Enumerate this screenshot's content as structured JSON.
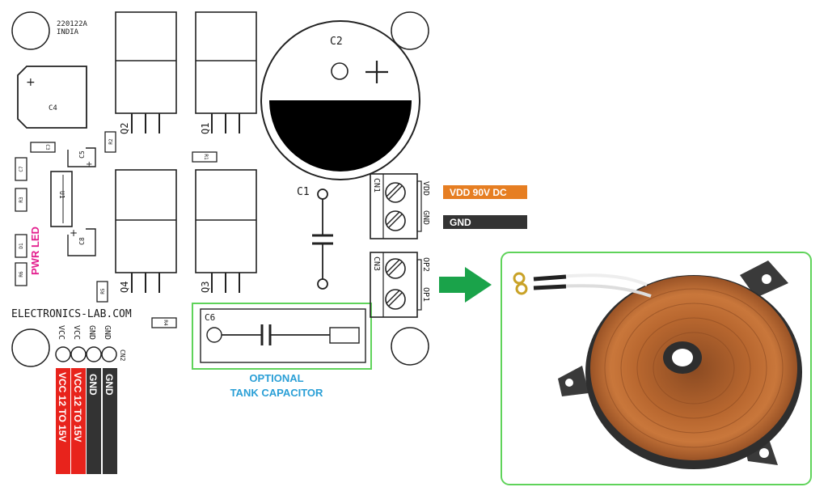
{
  "board": {
    "code": "220122A",
    "country": "INDIA",
    "brand": "ELECTRONICS-LAB.COM"
  },
  "components": {
    "c2": "C2",
    "c2_plus": "+",
    "c4": "C4",
    "c4_plus": "+",
    "c5": "C5",
    "c8": "C8",
    "c1": "C1",
    "c6": "C6",
    "c3": "C3",
    "c7": "C7",
    "r1": "R1",
    "r2": "R2",
    "r3": "R3",
    "r4": "R4",
    "r5": "R5",
    "r6": "R6",
    "d1": "D1",
    "u1": "U1",
    "q1": "Q1",
    "q2": "Q2",
    "q3": "Q3",
    "q4": "Q4"
  },
  "connectors": {
    "cn1": "CN1",
    "cn1_vdd": "VDD",
    "cn1_gnd": "GND",
    "cn3": "CN3",
    "cn3_op2": "OP2",
    "cn3_op1": "OP1",
    "cn2": "CN2",
    "cn2_pins": [
      "VCC",
      "VCC",
      "GND",
      "GND"
    ]
  },
  "labels": {
    "pwr_led": "PWR LED",
    "vdd_tag": "VDD 90V DC",
    "gnd_tag": "GND",
    "optional_line1": "OPTIONAL",
    "optional_line2": "TANK CAPACITOR",
    "vcc_tag": "VCC 12 TO 15V",
    "gnd_vtag": "GND"
  },
  "colors": {
    "orange": "#e67e22",
    "dark": "#333333",
    "red": "#e8231c",
    "green": "#5fd35a",
    "arrow": "#1aa34a",
    "magenta": "#e31e8e",
    "blue": "#2a9fd6",
    "copper": "#b5652e"
  },
  "icons": {
    "arrow": "right-arrow-icon",
    "coil": "induction-coil-image"
  }
}
